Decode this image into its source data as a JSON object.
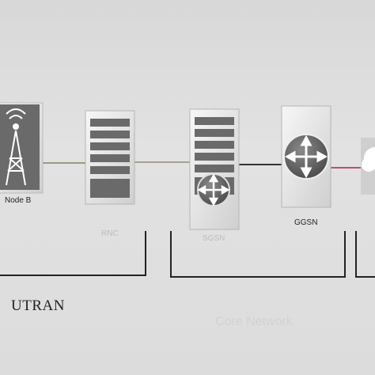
{
  "nodes": {
    "node_b": {
      "label": "Node B",
      "icon": "radio-tower-icon"
    },
    "rnc": {
      "label": "RNC",
      "icon": "server-rack-icon"
    },
    "sgsn": {
      "label": "SGSN",
      "icon": "server-rack-router-icon"
    },
    "ggsn": {
      "label": "GGSN",
      "icon": "router-icon"
    },
    "internet": {
      "icon": "cloud-icon"
    }
  },
  "domains": {
    "utran": {
      "label": "UTRAN"
    },
    "core": {
      "label": "Core Network"
    }
  },
  "colors": {
    "link_radio": "#9a9a80",
    "link_core": "#333333",
    "link_external": "#c0506a",
    "icon_dark": "#5d5d5d",
    "panel": "#f0f0f0"
  }
}
